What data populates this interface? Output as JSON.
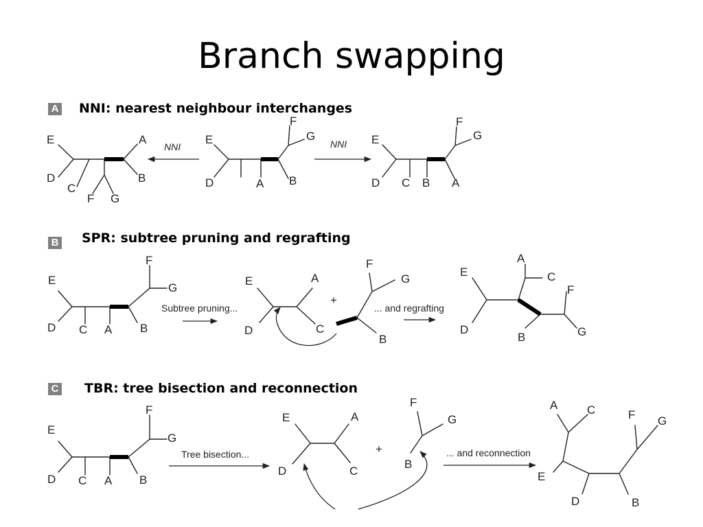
{
  "slide": {
    "title": "Branch swapping"
  },
  "sections": [
    {
      "badge": "A",
      "heading": "NNI: nearest neighbour interchanges",
      "operation": "NNI"
    },
    {
      "badge": "B",
      "heading": "SPR: subtree pruning and regrafting",
      "step1": "Subtree pruning...",
      "step2": "... and regrafting"
    },
    {
      "badge": "C",
      "heading": "TBR: tree bisection and reconnection",
      "step1": "Tree bisection...",
      "step2": "... and reconnection"
    }
  ],
  "taxa": [
    "A",
    "B",
    "C",
    "D",
    "E",
    "F",
    "G"
  ]
}
